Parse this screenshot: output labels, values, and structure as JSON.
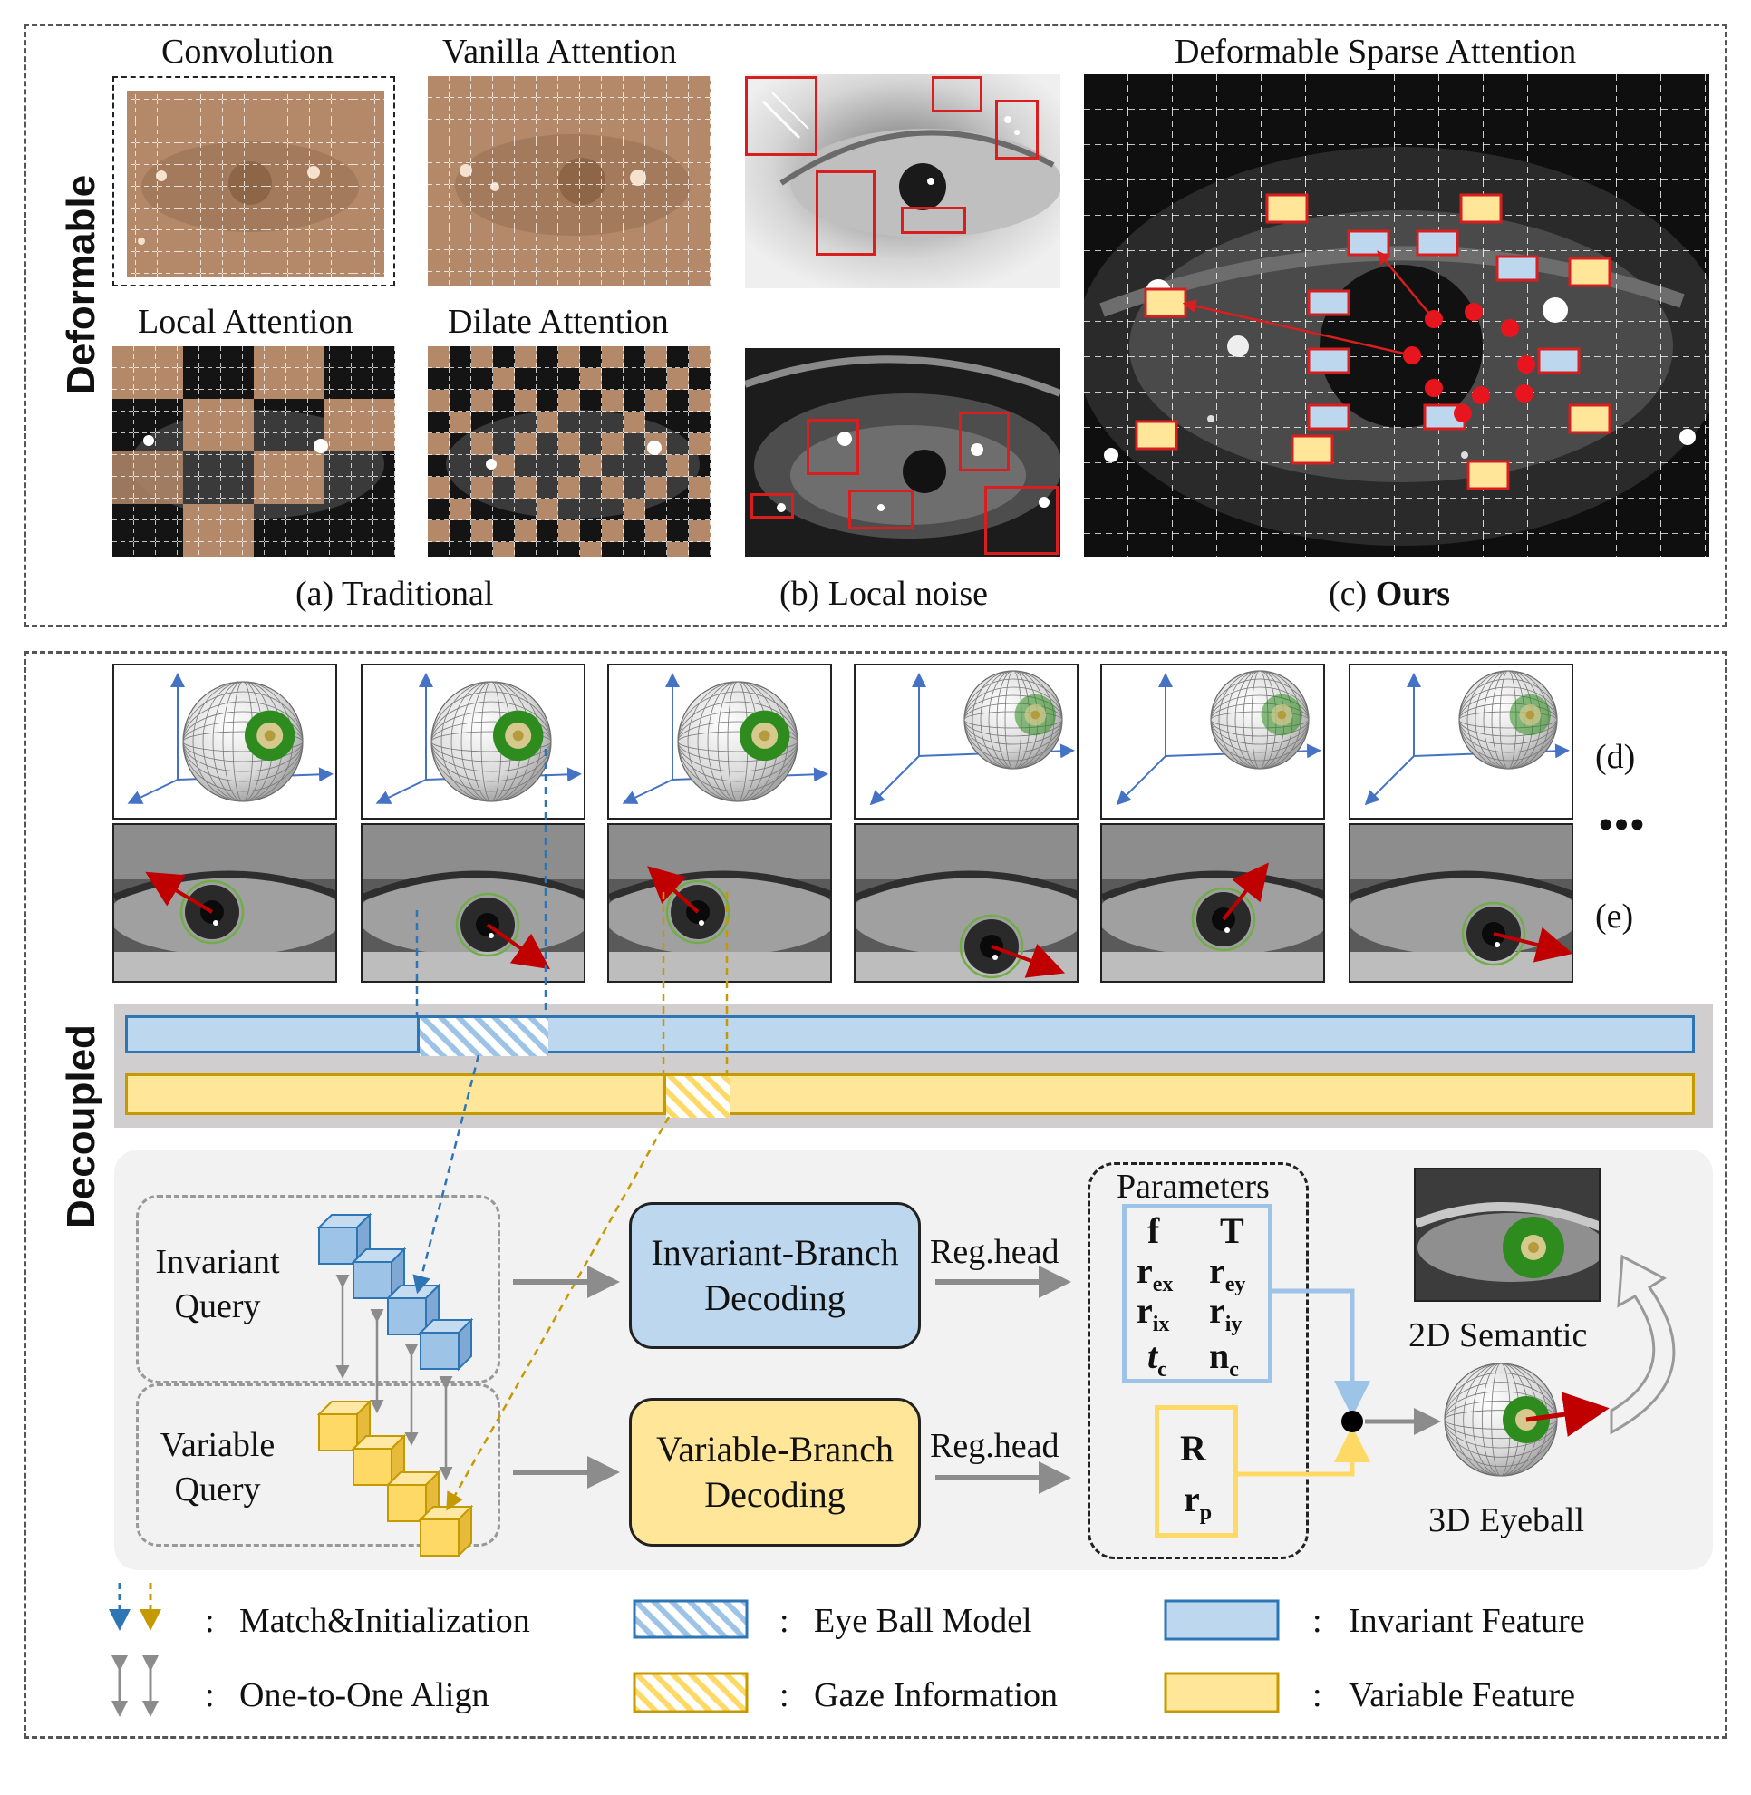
{
  "section_titles": {
    "top": "Deformable",
    "bottom": "Decoupled"
  },
  "panel_a": {
    "tiles": [
      "Convolution",
      "Vanilla Attention",
      "Local Attention",
      "Dilate Attention"
    ],
    "caption": "(a) Traditional"
  },
  "panel_b": {
    "caption": "(b) Local noise"
  },
  "panel_c": {
    "title": "Deformable Sparse Attention",
    "caption_prefix": "(c) ",
    "caption_bold": "Ours"
  },
  "row_labels": {
    "d": "(d)",
    "e": "(e)",
    "more": "•••"
  },
  "queries": {
    "invariant": [
      "Invariant",
      "Query"
    ],
    "variable": [
      "Variable",
      "Query"
    ]
  },
  "decoders": {
    "invariant": [
      "Invariant-Branch",
      "Decoding"
    ],
    "variable": [
      "Variable-Branch",
      "Decoding"
    ]
  },
  "reg_head": "Reg.head",
  "parameters": {
    "title": "Parameters",
    "invariant": [
      {
        "base": "f",
        "sub": ""
      },
      {
        "base": "T",
        "sub": ""
      },
      {
        "base": "r",
        "sub": "ex"
      },
      {
        "base": "r",
        "sub": "ey"
      },
      {
        "base": "r",
        "sub": "ix"
      },
      {
        "base": "r",
        "sub": "iy"
      },
      {
        "base": "t",
        "sub": "c"
      },
      {
        "base": "n",
        "sub": "c"
      }
    ],
    "variable": [
      {
        "base": "R",
        "sub": ""
      },
      {
        "base": "r",
        "sub": "p"
      }
    ]
  },
  "outputs": {
    "semantic": "2D Semantic",
    "eyeball": "3D Eyeball"
  },
  "legend": [
    {
      "key": "match",
      "label": "Match&Initialization"
    },
    {
      "key": "eyeball",
      "label": "Eye Ball Model"
    },
    {
      "key": "inv_feat",
      "label": "Invariant Feature"
    },
    {
      "key": "align",
      "label": "One-to-One Align"
    },
    {
      "key": "gaze",
      "label": "Gaze Information"
    },
    {
      "key": "var_feat",
      "label": "Variable Feature"
    }
  ],
  "legend_sep": ":",
  "colors": {
    "invariant_fill": "#bdd7ee",
    "invariant_stroke": "#2e75b6",
    "variable_fill": "#ffe699",
    "variable_stroke": "#c59a00",
    "arrow_red": "#c00000",
    "iris_green": "#2e8b1e",
    "grey_arrow": "#8c8c8c"
  }
}
